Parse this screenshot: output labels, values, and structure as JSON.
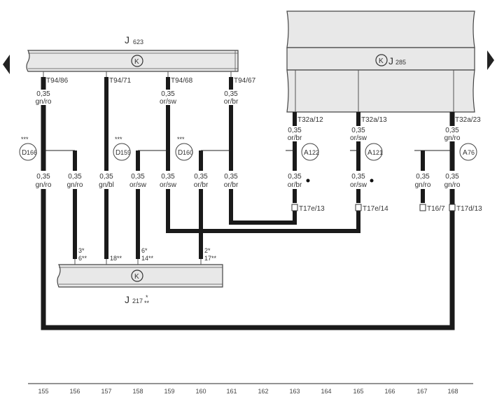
{
  "components": {
    "j623": {
      "letter": "J",
      "number": "623",
      "symbol": "K"
    },
    "j285": {
      "letter": "J",
      "number": "285",
      "symbol": "K"
    },
    "j217": {
      "letter": "J",
      "number": "217",
      "symbol": "K",
      "suffix_top": "*",
      "suffix_bottom": "**"
    }
  },
  "connectors_top": [
    {
      "id": "T94/86",
      "gauge": "0,35",
      "color": "gn/ro"
    },
    {
      "id": "T94/71",
      "gauge": "",
      "color": ""
    },
    {
      "id": "T94/68",
      "gauge": "0,35",
      "color": "or/sw"
    },
    {
      "id": "T94/67",
      "gauge": "0,35",
      "color": "or/br"
    },
    {
      "id": "T32a/12",
      "gauge": "0,35",
      "color": "or/br"
    },
    {
      "id": "T32a/13",
      "gauge": "0,35",
      "color": "or/sw"
    },
    {
      "id": "T32a/23",
      "gauge": "0,35",
      "color": "gn/ro"
    }
  ],
  "splices": [
    {
      "letter": "D",
      "number": "166",
      "note": "***"
    },
    {
      "letter": "D",
      "number": "159",
      "note": "***"
    },
    {
      "letter": "D",
      "number": "160",
      "note": "***"
    },
    {
      "letter": "A",
      "number": "122",
      "note": ""
    },
    {
      "letter": "A",
      "number": "121",
      "note": ""
    },
    {
      "letter": "A",
      "number": "76",
      "note": ""
    }
  ],
  "wires_mid": [
    {
      "gauge": "0,35",
      "color": "gn/ro"
    },
    {
      "gauge": "0,35",
      "color": "gn/ro"
    },
    {
      "gauge": "0,35",
      "color": "gn/bl"
    },
    {
      "gauge": "0,35",
      "color": "or/sw"
    },
    {
      "gauge": "0,35",
      "color": "or/sw"
    },
    {
      "gauge": "0,35",
      "color": "or/br"
    },
    {
      "gauge": "0,35",
      "color": "or/br"
    },
    {
      "gauge": "0,35",
      "color": "or/br"
    },
    {
      "gauge": "0,35",
      "color": "or/sw"
    },
    {
      "gauge": "0,35",
      "color": "gn/ro"
    },
    {
      "gauge": "0,35",
      "color": "gn/ro"
    }
  ],
  "connectors_bottom": [
    {
      "id": "T17e/13"
    },
    {
      "id": "T17e/14"
    },
    {
      "id": "T16/7"
    },
    {
      "id": "T17d/13"
    }
  ],
  "j217_pins": [
    {
      "line1": "3*",
      "line2": "6**"
    },
    {
      "line1": "18**",
      "line2": ""
    },
    {
      "line1": "6*",
      "line2": "14**"
    },
    {
      "line1": "2*",
      "line2": "17**"
    }
  ],
  "ruler": [
    "155",
    "156",
    "157",
    "158",
    "159",
    "160",
    "161",
    "162",
    "163",
    "164",
    "165",
    "166",
    "167",
    "168"
  ],
  "colors": {
    "wire": "#1a1a1a",
    "module_fill": "#e8e8e8",
    "outline": "#444444"
  }
}
